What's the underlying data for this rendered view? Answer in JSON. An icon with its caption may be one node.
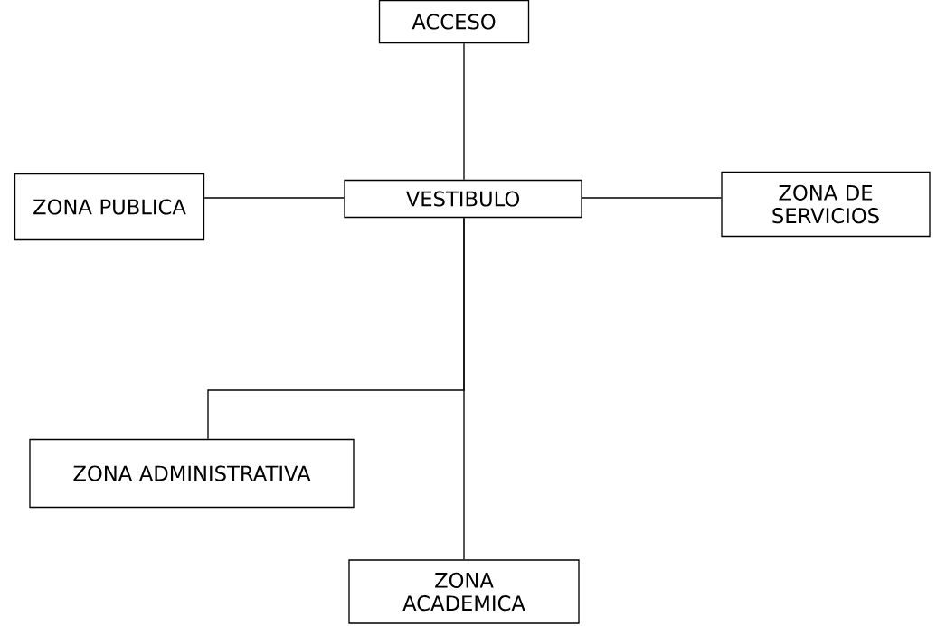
{
  "diagram": {
    "nodes": [
      {
        "text": [
          "ACCESO"
        ]
      },
      {
        "text": [
          "ZONA PUBLICA"
        ]
      },
      {
        "text": [
          "VESTIBULO"
        ]
      },
      {
        "text": [
          "ZONA DE SERVICIOS"
        ]
      },
      {
        "text": [
          "ZONA ADMINISTRATIVA"
        ]
      },
      {
        "text": [
          "ZONA ACADEMICA"
        ]
      }
    ],
    "edges": [
      {
        "from": 0,
        "to": 2,
        "arrow": "none"
      },
      {
        "from": 1,
        "to": 2,
        "arrow": "none"
      },
      {
        "from": 2,
        "to": 3,
        "arrow": "none"
      },
      {
        "from": 2,
        "to": 4,
        "arrow": "none"
      },
      {
        "from": 2,
        "to": 5,
        "arrow": "none"
      }
    ]
  }
}
